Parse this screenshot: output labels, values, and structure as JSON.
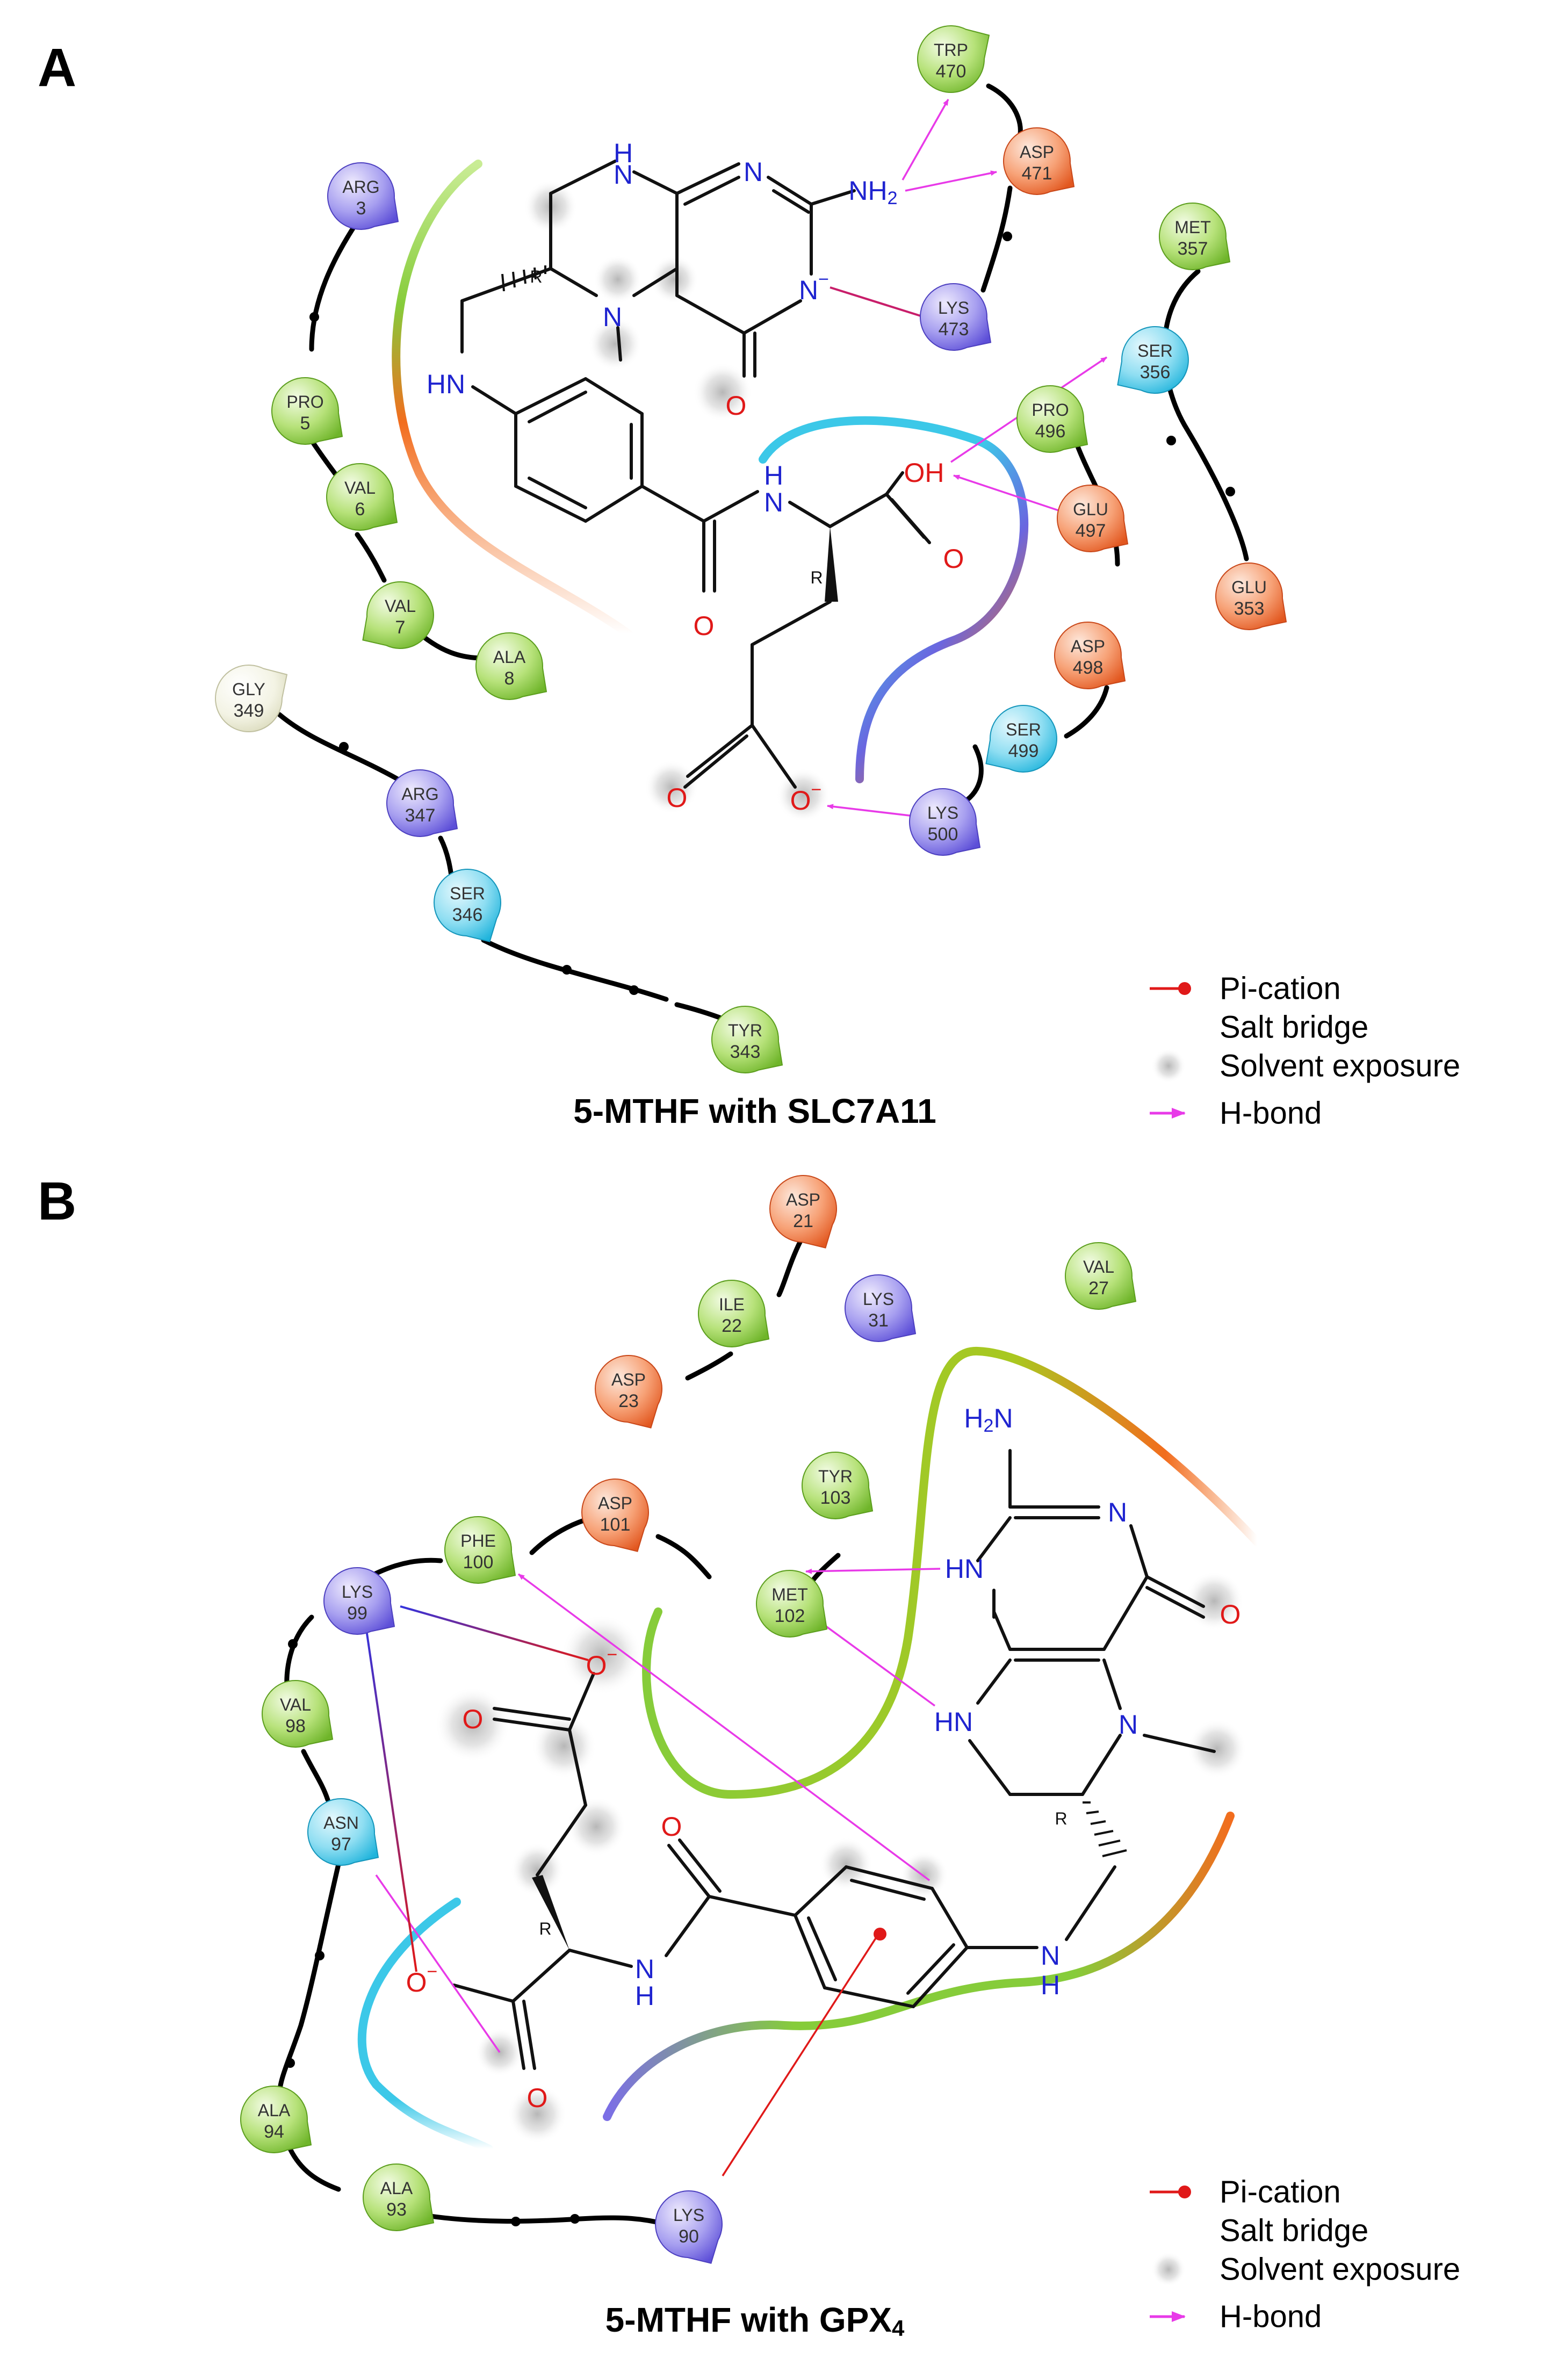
{
  "panels": [
    {
      "label": "A",
      "caption": "5-MTHF with SLC7A11",
      "residues": [
        {
          "name": "TRP",
          "num": "470",
          "type": "hydrophobic"
        },
        {
          "name": "ASP",
          "num": "471",
          "type": "negative"
        },
        {
          "name": "LYS",
          "num": "473",
          "type": "positive"
        },
        {
          "name": "ARG",
          "num": "3",
          "type": "positive"
        },
        {
          "name": "PRO",
          "num": "5",
          "type": "hydrophobic"
        },
        {
          "name": "VAL",
          "num": "6",
          "type": "hydrophobic"
        },
        {
          "name": "VAL",
          "num": "7",
          "type": "hydrophobic"
        },
        {
          "name": "ALA",
          "num": "8",
          "type": "hydrophobic"
        },
        {
          "name": "MET",
          "num": "357",
          "type": "hydrophobic"
        },
        {
          "name": "SER",
          "num": "356",
          "type": "polar"
        },
        {
          "name": "PRO",
          "num": "496",
          "type": "hydrophobic"
        },
        {
          "name": "GLU",
          "num": "497",
          "type": "negative"
        },
        {
          "name": "GLU",
          "num": "353",
          "type": "negative"
        },
        {
          "name": "ASP",
          "num": "498",
          "type": "negative"
        },
        {
          "name": "SER",
          "num": "499",
          "type": "polar"
        },
        {
          "name": "LYS",
          "num": "500",
          "type": "positive"
        },
        {
          "name": "GLY",
          "num": "349",
          "type": "glycine"
        },
        {
          "name": "ARG",
          "num": "347",
          "type": "positive"
        },
        {
          "name": "SER",
          "num": "346",
          "type": "polar"
        },
        {
          "name": "TYR",
          "num": "343",
          "type": "hydrophobic"
        }
      ],
      "atoms": {
        "n1": "H",
        "n2": "N",
        "nh2": "NH",
        "nh2_sub": "2",
        "nminus": "N",
        "charge": "−",
        "nmethyl": "N",
        "o1": "O",
        "hn": "HN",
        "amide_n": "N",
        "amide_h": "H",
        "oh": "OH",
        "o2": "O",
        "o3": "O",
        "o4": "O",
        "o5": "O",
        "o5_charge": "−",
        "r1": "R",
        "r2": "R"
      },
      "legend": [
        "Pi-cation",
        "Salt bridge",
        "Solvent exposure",
        "H-bond"
      ]
    },
    {
      "label": "B",
      "caption": "5-MTHF with GPX",
      "caption_sub": "4",
      "residues": [
        {
          "name": "ASP",
          "num": "21",
          "type": "negative"
        },
        {
          "name": "ILE",
          "num": "22",
          "type": "hydrophobic"
        },
        {
          "name": "ASP",
          "num": "23",
          "type": "negative"
        },
        {
          "name": "LYS",
          "num": "31",
          "type": "positive"
        },
        {
          "name": "VAL",
          "num": "27",
          "type": "hydrophobic"
        },
        {
          "name": "TYR",
          "num": "103",
          "type": "hydrophobic"
        },
        {
          "name": "ASP",
          "num": "101",
          "type": "negative"
        },
        {
          "name": "PHE",
          "num": "100",
          "type": "hydrophobic"
        },
        {
          "name": "MET",
          "num": "102",
          "type": "hydrophobic"
        },
        {
          "name": "LYS",
          "num": "99",
          "type": "positive"
        },
        {
          "name": "VAL",
          "num": "98",
          "type": "hydrophobic"
        },
        {
          "name": "ASN",
          "num": "97",
          "type": "polar"
        },
        {
          "name": "ALA",
          "num": "94",
          "type": "hydrophobic"
        },
        {
          "name": "ALA",
          "num": "93",
          "type": "hydrophobic"
        },
        {
          "name": "LYS",
          "num": "90",
          "type": "positive"
        }
      ],
      "atoms": {
        "h2n": "H",
        "h2n_sub": "2",
        "h2n_n": "N",
        "n1": "N",
        "hn1": "HN",
        "o1": "O",
        "hn2": "HN",
        "nmethyl": "N",
        "ominus1": "O",
        "charge1": "−",
        "o2": "O",
        "o3": "O",
        "amide_n": "N",
        "amide_h": "H",
        "ominus2": "O",
        "charge2": "−",
        "o4": "O",
        "nh": "N",
        "nh_h": "H",
        "r1": "R",
        "r2": "R"
      },
      "legend": [
        "Pi-cation",
        "Salt bridge",
        "Solvent exposure",
        "H-bond"
      ]
    }
  ],
  "colors": {
    "hydrophobic": "#86cc3a",
    "negative": "#f47a3c",
    "positive": "#7b6ee6",
    "polar": "#3cc8e8",
    "glycine": "#e8e8c8",
    "hbond": "#e83ae8",
    "pication": "#e01919"
  }
}
